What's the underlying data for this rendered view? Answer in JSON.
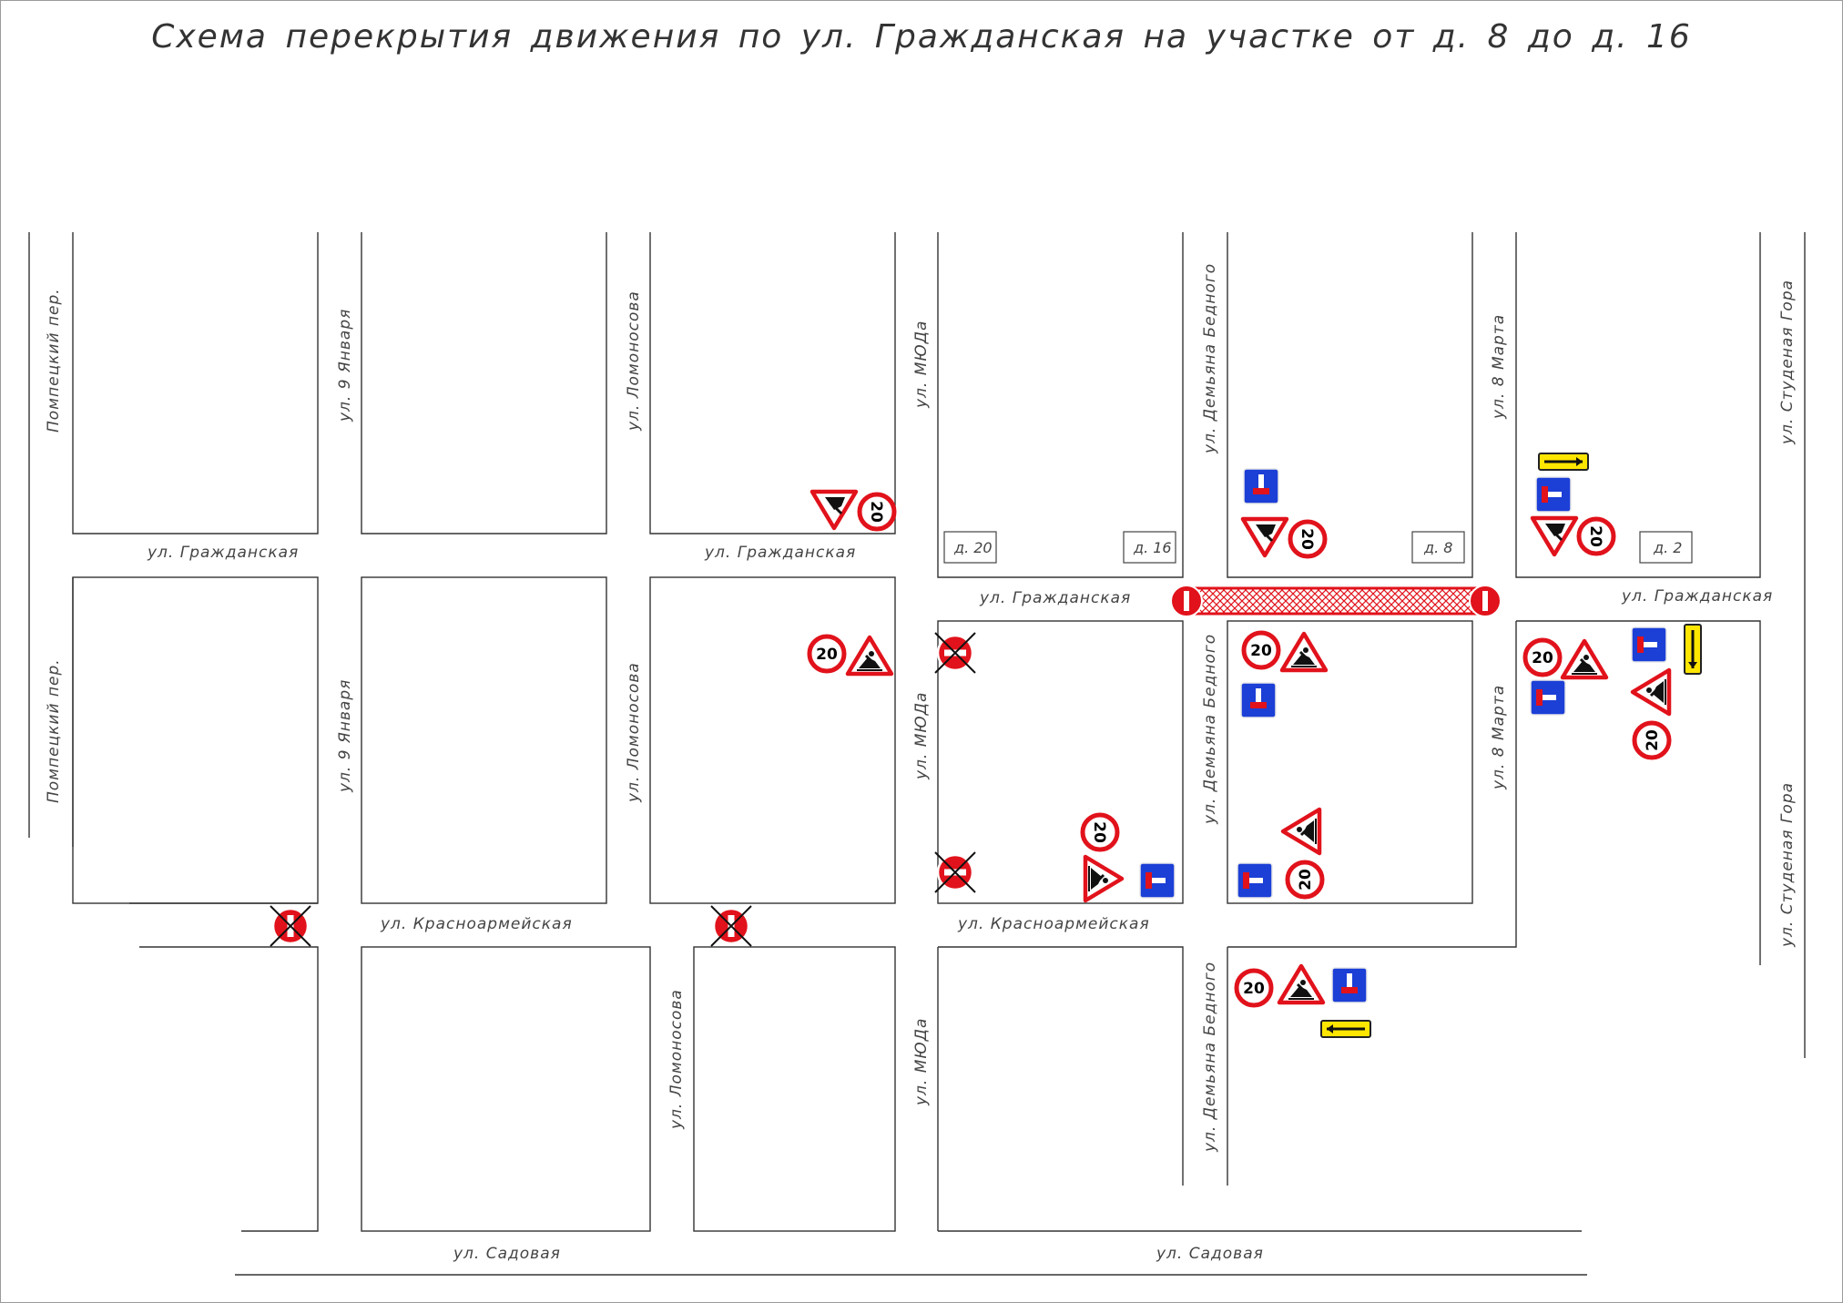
{
  "title": "Схема перекрытия движения по ул. Гражданская на участке от д. 8 до д. 16",
  "colors": {
    "sign_red": "#e1121b",
    "sign_blue": "#1c3fd6",
    "sign_yellow": "#ffe600",
    "line": "#333333"
  },
  "speed_limit": "20",
  "streets": {
    "pompetskiy": "Помпецкий пер.",
    "yanvarya9": "ул. 9 Января",
    "lomonosova": "ул. Ломоносова",
    "myuda": "ул. МЮДа",
    "demyana_bednogo": "ул. Демьяна Бедного",
    "marta8": "ул. 8 Марта",
    "studenaya_gora": "ул. Студеная Гора",
    "grazhdanskaya": "ул. Гражданская",
    "krasnoarmeyskaya": "ул. Красноармейская",
    "sadovaya": "ул. Садовая"
  },
  "houses": {
    "d20": "д. 20",
    "d16": "д. 16",
    "d8": "д. 8",
    "d2": "д. 2"
  },
  "sign_icons": [
    "road-works-sign-icon",
    "speed-limit-sign-icon",
    "dead-end-sign-icon",
    "no-entry-sign-icon",
    "no-parking-stopping-sign-icon",
    "detour-direction-plate-icon"
  ]
}
